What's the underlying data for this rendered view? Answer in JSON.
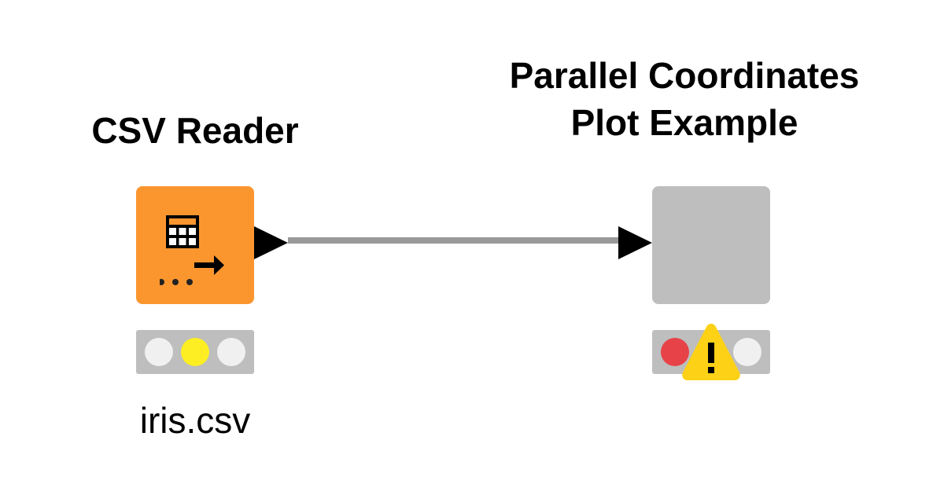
{
  "workflow": {
    "nodes": [
      {
        "id": "csv-reader",
        "title": "CSV Reader",
        "color": "#fb962f",
        "icon": "table-arrow-icon",
        "has_dialog_indicator": true,
        "status": {
          "lights": [
            "off",
            "yellow",
            "off"
          ],
          "state": "configured"
        },
        "annotation": "iris.csv",
        "ports": {
          "output": "data-table"
        }
      },
      {
        "id": "parallel-coordinates",
        "title_line1": "Parallel Coordinates",
        "title_line2": "Plot Example",
        "color": "#bdbebd",
        "icon": "none",
        "status": {
          "lights": [
            "red",
            "off",
            "off"
          ],
          "state": "not-configured",
          "warning": true
        },
        "ports": {
          "input": "data-table"
        }
      }
    ],
    "connections": [
      {
        "from": "csv-reader",
        "to": "parallel-coordinates",
        "color": "#999999"
      }
    ],
    "colors": {
      "light_off": "#f0f0f0",
      "light_yellow": "#fdee23",
      "light_red": "#e84249",
      "warning": "#fcd116",
      "status_bar": "#bdbebd"
    }
  }
}
